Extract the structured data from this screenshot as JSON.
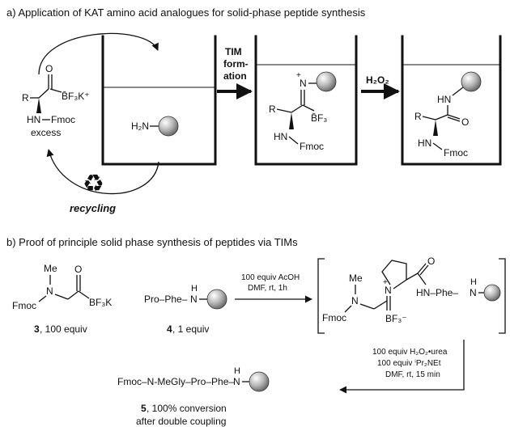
{
  "panel_a": {
    "title": "a) Application of KAT amino acid analogues for solid-phase peptide synthesis",
    "kat": {
      "R": "R",
      "O": "O",
      "BF3K": "B̄F₃K⁺",
      "HN": "HN",
      "Fmoc": "Fmoc",
      "note": "excess"
    },
    "beaker1": {
      "H2N": "H₂N"
    },
    "arrow1": {
      "line1": "TIM",
      "line2": "form-",
      "line3": "ation"
    },
    "tim": {
      "N": "N",
      "plus": "+",
      "R": "R",
      "BF3": "B̄F₃",
      "HN": "HN",
      "Fmoc": "Fmoc"
    },
    "arrow2": {
      "label": "H₂O₂"
    },
    "amide": {
      "HN_top": "HN",
      "R": "R",
      "O": "O",
      "HN": "HN",
      "Fmoc": "Fmoc"
    },
    "recycling": {
      "icon": "♻",
      "label": "recycling"
    }
  },
  "panel_b": {
    "title": "b) Proof of principle solid phase synthesis of peptides via TIMs",
    "cmpd3": {
      "Me": "Me",
      "N": "N",
      "Fmoc": "Fmoc",
      "O": "O",
      "BF3K": "BF₃K",
      "num": "3",
      "note": ", 100 equiv"
    },
    "cmpd4": {
      "seq": "Pro–Phe–",
      "N": "N",
      "H": "H",
      "num": "4",
      "note": ", 1 equiv"
    },
    "arrow1": {
      "line1": "100 equiv AcOH",
      "line2": "DMF, rt, 1h"
    },
    "tim_b": {
      "Me": "Me",
      "N": "N",
      "Nplus": "N",
      "plus": "+",
      "Fmoc": "Fmoc",
      "BF3": "BF₃⁻",
      "O": "O",
      "HN": "HN–Phe–",
      "Nend": "N",
      "H": "H"
    },
    "arrow2": {
      "line1": "100 equiv H₂O₂•urea",
      "line2": "100 equiv ⁱPr₂NEt",
      "line3": "DMF, rt, 15 min"
    },
    "product": {
      "seq": "Fmoc–N-MeGly–Pro–Phe–",
      "N": "N",
      "H": "H"
    },
    "cmpd5": {
      "num": "5",
      "line1": ", 100% conversion",
      "line2": "after double coupling"
    }
  }
}
